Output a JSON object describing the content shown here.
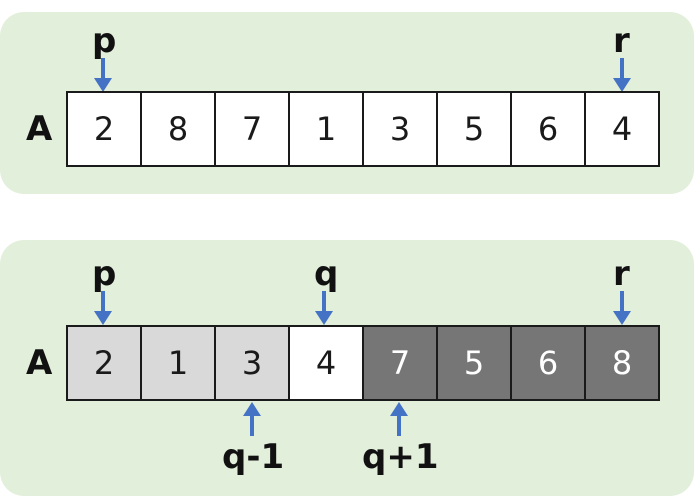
{
  "array_name": "A",
  "top": {
    "values": [
      "2",
      "8",
      "7",
      "1",
      "3",
      "5",
      "6",
      "4"
    ],
    "pointer_p": "p",
    "pointer_r": "r"
  },
  "bottom": {
    "values": [
      "2",
      "1",
      "3",
      "4",
      "7",
      "5",
      "6",
      "8"
    ],
    "shading": [
      "light",
      "light",
      "light",
      "white",
      "dark",
      "dark",
      "dark",
      "dark"
    ],
    "pointer_p": "p",
    "pointer_q": "q",
    "pointer_r": "r",
    "label_q_minus_1": "q-1",
    "label_q_plus_1": "q+1"
  },
  "colors": {
    "panel": "#e2efda",
    "arrow": "#4472c4",
    "light_cell": "#d9d9d9",
    "dark_cell": "#767676"
  }
}
